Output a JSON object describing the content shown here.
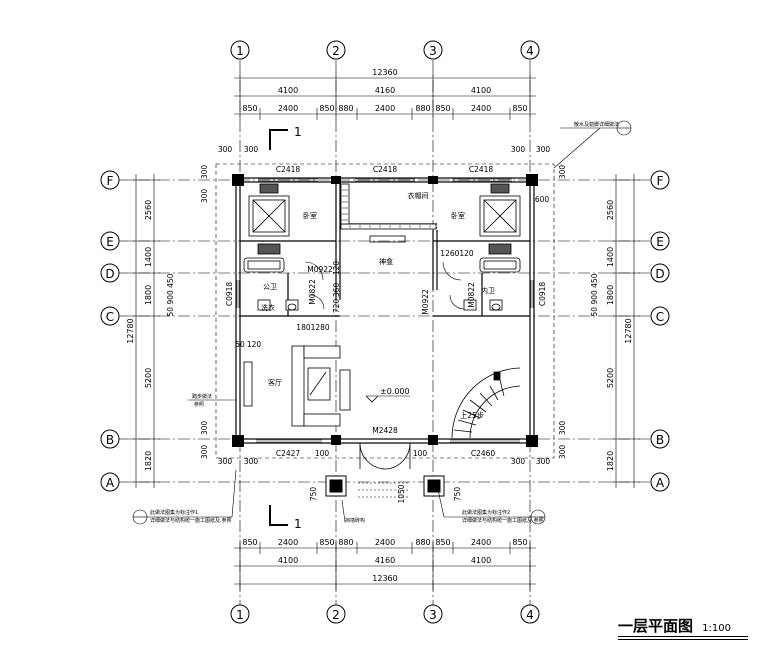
{
  "axes_vertical": [
    "1",
    "2",
    "3",
    "4"
  ],
  "axes_horizontal": [
    "F",
    "E",
    "D",
    "C",
    "B",
    "A"
  ],
  "dims_top": {
    "total": "12360",
    "bays": [
      "4100",
      "4160",
      "4100"
    ],
    "parts": [
      "850",
      "2400",
      "850",
      "880",
      "2400",
      "880",
      "850",
      "2400",
      "850"
    ]
  },
  "dims_bottom": {
    "total": "12360",
    "bays": [
      "4100",
      "4160",
      "4100"
    ],
    "parts": [
      "850",
      "2400",
      "850",
      "880",
      "2400",
      "880",
      "850",
      "2400",
      "850"
    ]
  },
  "dims_left": {
    "total": "12780",
    "parts": [
      "2560",
      "1400",
      "1800",
      "5200",
      "1820"
    ]
  },
  "dims_right": {
    "total": "12780",
    "parts": [
      "2560",
      "1400",
      "1800",
      "5200",
      "1820"
    ]
  },
  "rooms": {
    "bedroom_left": "卧室",
    "bedroom_right": "卧室",
    "closet": "衣帽间",
    "shrine": "神龛",
    "wc_left": "公卫",
    "wc_right": "内卫",
    "laundry": "洗衣",
    "living": "客厅"
  },
  "windows": {
    "top_left": "C2418",
    "top_mid": "C2418",
    "top_right": "C2418",
    "bottom_left": "C2427",
    "bottom_right": "C2460",
    "side_left": "C0918",
    "side_right": "C0918"
  },
  "doors": {
    "main": "M2428",
    "d1": "M0922",
    "d2": "M0822",
    "d3": "M0922",
    "d4": "M0822"
  },
  "misc": {
    "level": "±0.000",
    "stair": "上25步",
    "section": "1",
    "dim_300": "300",
    "dim_600": "600",
    "dim_1800": "1800",
    "dim_1801280": "1801280",
    "dim_1260120": "1260120",
    "dim_720": "720",
    "dim_360": "360",
    "dim_120": "120",
    "dim_50": "50",
    "dim_100": "100",
    "dim_750": "750",
    "dim_1050": "1050",
    "dim_900450": "50 900 450"
  },
  "notes": {
    "left_note": "此做法图集为标注作1",
    "left_note2": "详细做法与结构统一施工图纸及,参照",
    "right_note": "此做法图集为标注作2",
    "right_note2": "详细做法与结构统一施工图纸及,参照",
    "top_right_note": "散水及勒脚详细做法",
    "mid_note": "挡墙砖构",
    "left_small": "踏步做法",
    "left_small2": "参照"
  },
  "title": {
    "main": "一层平面图",
    "scale": "1:100"
  }
}
